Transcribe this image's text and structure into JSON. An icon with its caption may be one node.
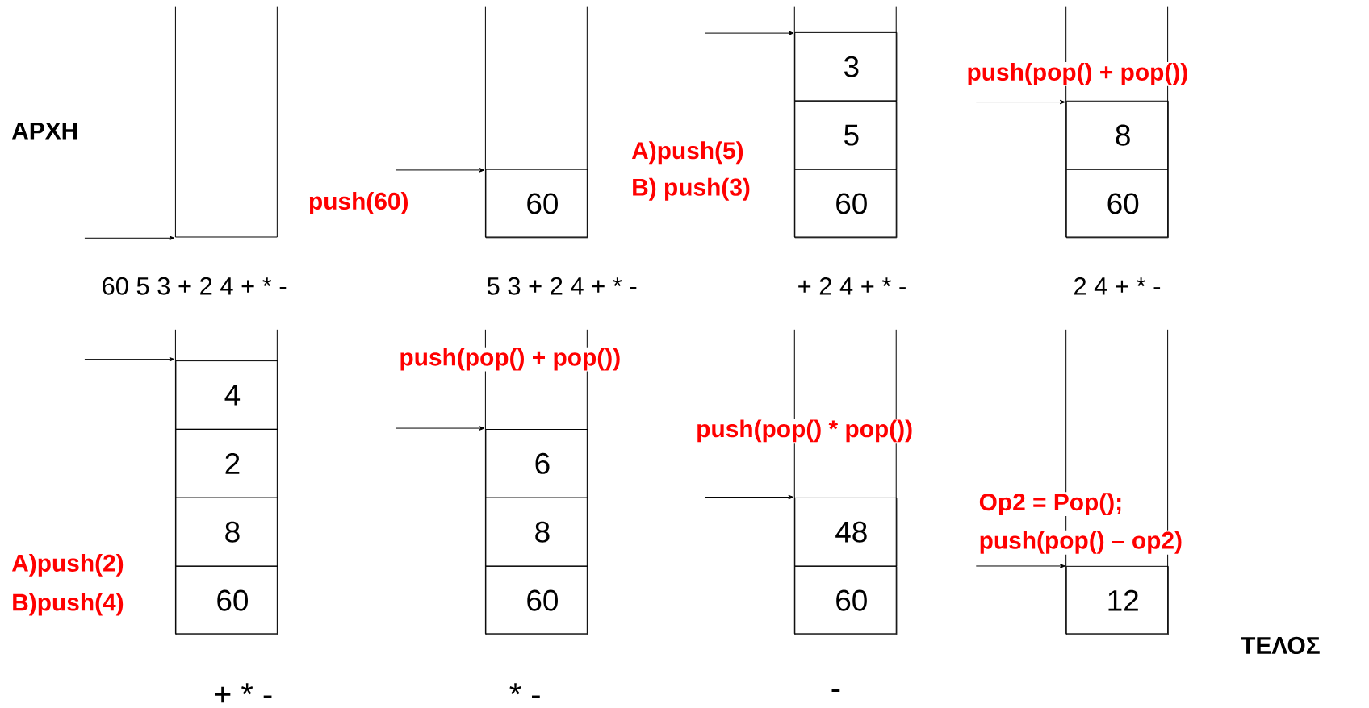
{
  "diagram": {
    "nodes": [
      {
        "text": [],
        "shape": "box"
      },
      {
        "text": [],
        "shape": "box"
      },
      {
        "text": [
          "60"
        ],
        "in": 1
      },
      {
        "text": [],
        "shape": "box"
      },
      {
        "text": [
          "3"
        ],
        "in": 3
      },
      {
        "text": [
          "5"
        ],
        "in": 3
      },
      {
        "text": [
          "60"
        ],
        "in": 3
      },
      {
        "text": [],
        "shape": "box"
      },
      {
        "text": [
          "8"
        ],
        "in": 7
      },
      {
        "text": [
          "60"
        ],
        "in": 7
      },
      {
        "text": [],
        "shape": "box"
      },
      {
        "text": [
          "4"
        ],
        "in": 10
      },
      {
        "text": [
          "2"
        ],
        "in": 10
      },
      {
        "text": [
          "8"
        ],
        "in": 10
      },
      {
        "text": [
          "60"
        ],
        "in": 10
      },
      {
        "text": [],
        "shape": "box"
      },
      {
        "text": [
          "6"
        ],
        "in": 15
      },
      {
        "text": [
          "8"
        ],
        "in": 15
      },
      {
        "text": [
          "60"
        ],
        "in": 15
      },
      {
        "text": [],
        "shape": "box"
      },
      {
        "text": [
          "48"
        ],
        "in": 19
      },
      {
        "text": [
          "60"
        ],
        "in": 19
      },
      {
        "text": [],
        "shape": "box"
      },
      {
        "text": [
          "12"
        ],
        "in": 22
      }
    ],
    "edges": [
      {
        "from": null,
        "to": 0,
        "arrow": "to"
      },
      {
        "from": null,
        "to": 1,
        "arrow": "to"
      },
      {
        "from": null,
        "to": 3,
        "arrow": "to"
      },
      {
        "from": null,
        "to": 7,
        "arrow": "to"
      },
      {
        "from": null,
        "to": 10,
        "arrow": "to"
      },
      {
        "from": null,
        "to": 15,
        "arrow": "to"
      },
      {
        "from": null,
        "to": 19,
        "arrow": "to"
      },
      {
        "from": null,
        "to": 22,
        "arrow": "to"
      }
    ],
    "labels": [
      "push(pop() + pop())",
      "ΑΡΧΗ",
      "A)push(5)",
      "B) push(3)",
      "push(60)",
      "60 5 3 + 2 4 + * -",
      "5 3 + 2 4 + * -",
      "+ 2 4 + * -",
      "2 4 + * -",
      "push(pop() + pop())",
      "push(pop() * pop())",
      "Op2 = Pop();",
      "push(pop() – op2)",
      "A)push(2)",
      "B)push(4)",
      "ΤΕΛΟΣ",
      "+ * -",
      "* -",
      "-"
    ]
  }
}
